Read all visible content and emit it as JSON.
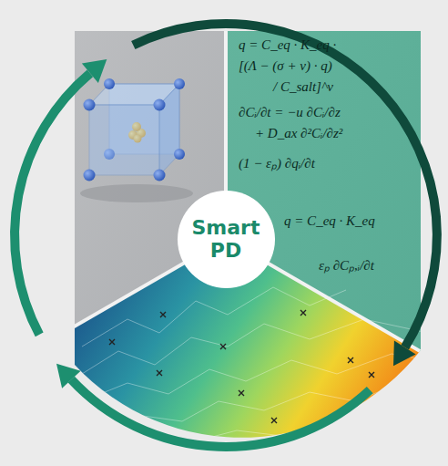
{
  "diagram": {
    "nodes": [
      {
        "text": [
          "Smart PD"
        ]
      }
    ],
    "labels": [
      "q = C_eq · K_eq ·",
      "[(Λ − (σ + ν) · q)",
      "/ C_salt]^ν",
      "∂Cᵢ/∂t = −u ∂Cᵢ/∂z",
      "+ D_ax ∂²Cᵢ/∂z²",
      "(1 − εₚ) ∂qᵢ/∂t",
      "q = C_eq · K_eq",
      "εₚ ∂Cₚ,ᵢ/∂t"
    ]
  }
}
